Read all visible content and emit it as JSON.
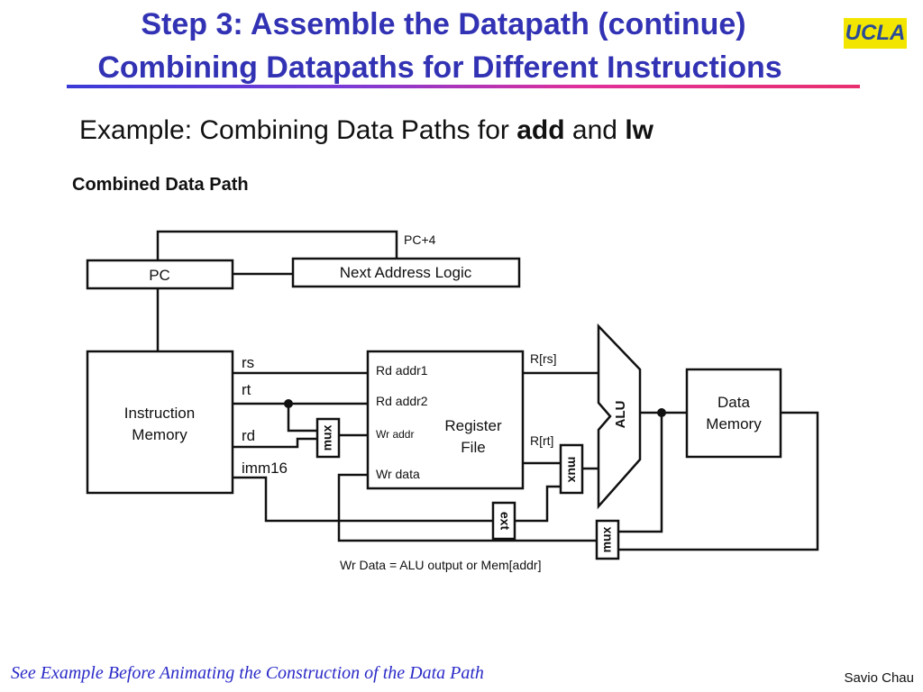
{
  "header": {
    "title_line1": "Step 3: Assemble the Datapath (continue)",
    "title_line2": "Combining Datapaths for Different Instructions",
    "logo": "UCLA"
  },
  "subtitle": {
    "prefix": "Example: Combining Data Paths for ",
    "bold1": "add",
    "middle": " and ",
    "bold2": "lw"
  },
  "diagram": {
    "heading": "Combined Data Path",
    "pc": "PC",
    "next_addr": "Next Address Logic",
    "pc_plus4": "PC+4",
    "instr_mem_line1": "Instruction",
    "instr_mem_line2": "Memory",
    "rs": "rs",
    "rt": "rt",
    "rd": "rd",
    "imm16": "imm16",
    "rd_addr1": "Rd addr1",
    "rd_addr2": "Rd addr2",
    "wr_addr": "Wr addr",
    "wr_data": "Wr data",
    "reg_file_line1": "Register",
    "reg_file_line2": "File",
    "r_rs": "R[rs]",
    "r_rt": "R[rt]",
    "alu": "ALU",
    "mux": "mux",
    "ext": "ext",
    "data_mem_line1": "Data",
    "data_mem_line2": "Memory",
    "wr_data_note": "Wr Data = ALU output or Mem[addr]"
  },
  "footer": {
    "note": "See Example Before Animating the Construction of the Data Path",
    "author": "Savio Chau"
  }
}
